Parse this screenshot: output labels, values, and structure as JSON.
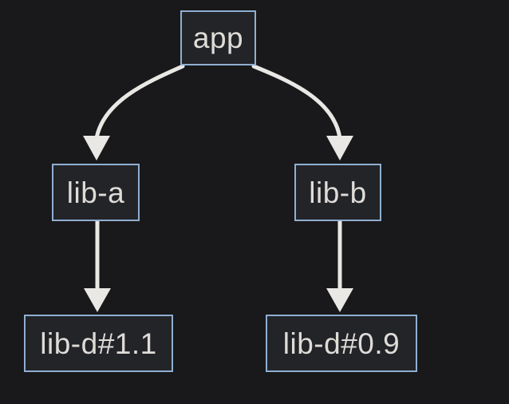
{
  "diagram": {
    "type": "dependency-graph",
    "colors": {
      "background": "#19181a",
      "node-fill": "#232428",
      "node-border": "#8fafd2",
      "node-text": "#dfdcd8",
      "arrow": "#e9e8e5"
    },
    "nodes": [
      {
        "id": "app",
        "label": "app"
      },
      {
        "id": "lib-a",
        "label": "lib-a"
      },
      {
        "id": "lib-b",
        "label": "lib-b"
      },
      {
        "id": "lib-d-1.1",
        "label": "lib-d#1.1"
      },
      {
        "id": "lib-d-0.9",
        "label": "lib-d#0.9"
      }
    ],
    "edges": [
      {
        "from": "app",
        "to": "lib-a"
      },
      {
        "from": "app",
        "to": "lib-b"
      },
      {
        "from": "lib-a",
        "to": "lib-d#1.1"
      },
      {
        "from": "lib-b",
        "to": "lib-d#0.9"
      }
    ]
  }
}
